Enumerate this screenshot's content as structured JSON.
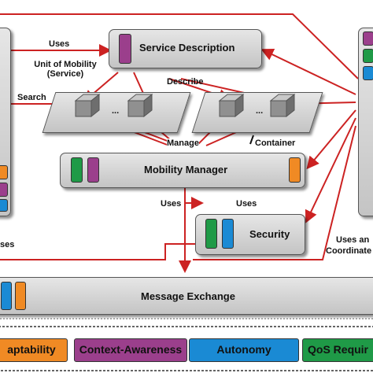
{
  "boxes": {
    "service_description": "Service Description",
    "mobility_manager": "Mobility Manager",
    "security": "Security",
    "message_exchange": "Message Exchange"
  },
  "labels": {
    "uses_top": "Uses",
    "unit_of_mobility_line1": "Unit of Mobility",
    "unit_of_mobility_line2": "(Service)",
    "describe": "Describe",
    "search": "Search",
    "dots_left": "...",
    "dots_right": "...",
    "manage": "Manage",
    "container": "Container",
    "uses_left": "Uses",
    "uses_right": "Uses",
    "left_cut": "ses",
    "right_cut_line1": "Uses an",
    "right_cut_line2": "Coordinate"
  },
  "legend": [
    {
      "label": "aptability",
      "color": "#f08a24"
    },
    {
      "label": "Context-Awareness",
      "color": "#9b3f8c"
    },
    {
      "label": "Autonomy",
      "color": "#1a8ad4"
    },
    {
      "label": "QoS Requir",
      "color": "#1f9a47"
    }
  ],
  "colors": {
    "arrow": "#cc2222",
    "orange": "#f08a24",
    "purple": "#9b3f8c",
    "blue": "#1a8ad4",
    "green": "#1f9a47"
  }
}
